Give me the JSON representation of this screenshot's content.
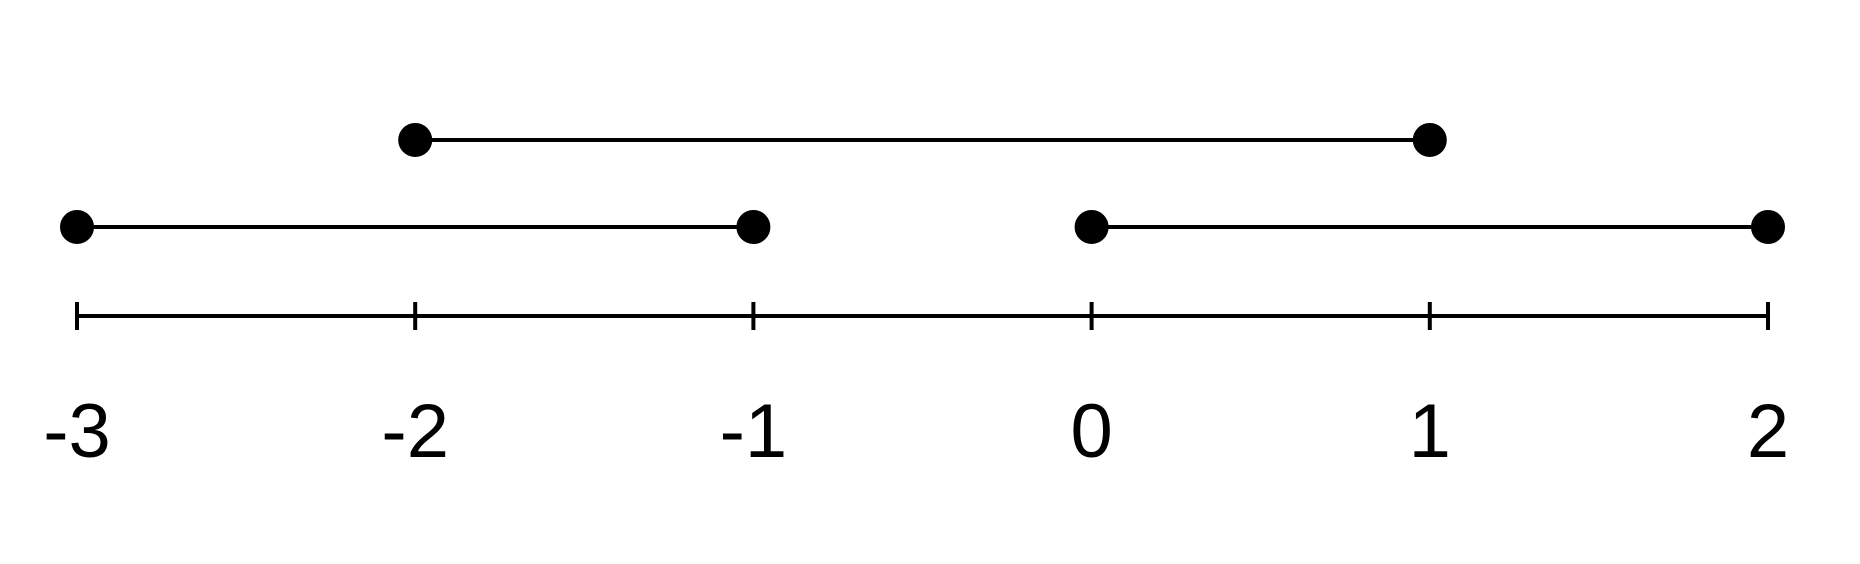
{
  "chart_data": {
    "type": "number-line-intervals",
    "axis": {
      "min": -3,
      "max": 2,
      "ticks": [
        -3,
        -2,
        -1,
        0,
        1,
        2
      ],
      "tick_labels": [
        "-3",
        "-2",
        "-1",
        "0",
        "1",
        "2"
      ]
    },
    "intervals": [
      {
        "start": -2,
        "end": 1,
        "start_closed": true,
        "end_closed": true
      },
      {
        "start": -3,
        "end": -1,
        "start_closed": true,
        "end_closed": true
      },
      {
        "start": 0,
        "end": 2,
        "start_closed": true,
        "end_closed": true
      }
    ]
  },
  "colors": {
    "ink": "#000000",
    "background": "#ffffff"
  }
}
